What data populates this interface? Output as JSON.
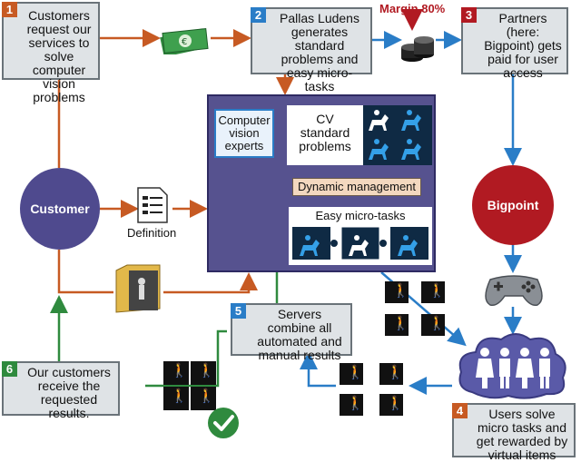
{
  "colors": {
    "orange": "#c75a23",
    "blue": "#2a7dc7",
    "red": "#b11a22",
    "green": "#2f8a3e",
    "panel": "#56528f",
    "customer_circle": "#4f4a8e",
    "bigpoint_circle": "#b11a22",
    "dynamic_management": "#f3d8bf",
    "users_cloud": "#5a5aa8"
  },
  "steps": [
    {
      "num": "1",
      "text": "Customers request our services to solve computer vision problems"
    },
    {
      "num": "2",
      "text": "Pallas Ludens generates standard problems and easy micro-tasks"
    },
    {
      "num": "3",
      "text": "Partners (here: Bigpoint) gets paid for user access"
    },
    {
      "num": "4",
      "text": "Users solve micro tasks and get rewarded by virtual items"
    },
    {
      "num": "5",
      "text": "Servers combine all automated and manual results"
    },
    {
      "num": "6",
      "text": "Our customers receive the requested results."
    }
  ],
  "margin_label": "Margin 80%",
  "customer_label": "Customer",
  "bigpoint_label": "Bigpoint",
  "definition_label": "Definition",
  "center": {
    "cv_experts": "Computer vision experts",
    "cv_standard": "CV standard problems",
    "dynamic": "Dynamic management",
    "easy": "Easy micro-tasks"
  },
  "icons": [
    "money-icon",
    "coins-icon",
    "document-icon",
    "folder-icon",
    "gamepad-icon",
    "users-icon",
    "checkmark-icon",
    "horse-rider-icon",
    "pedestrian-icon",
    "puzzle-icon"
  ]
}
